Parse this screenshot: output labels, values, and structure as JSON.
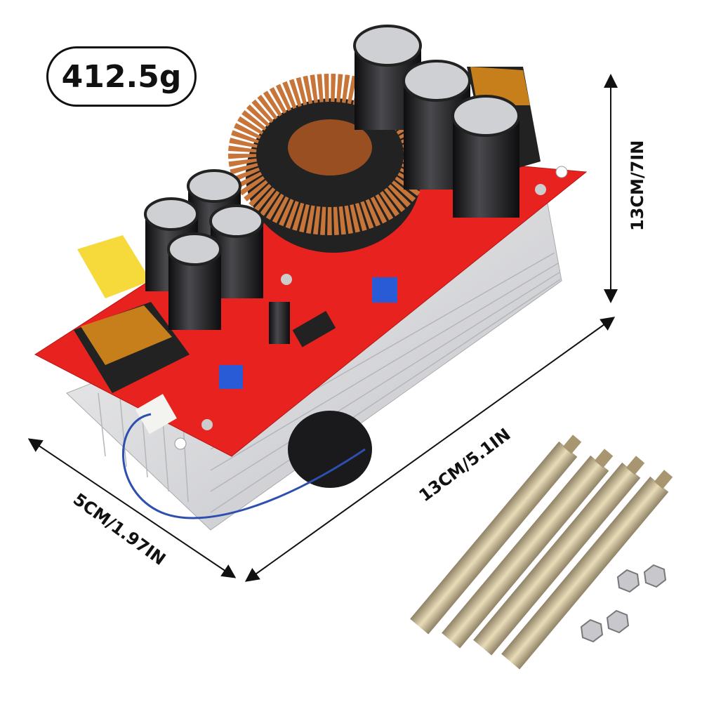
{
  "weight_badge": "412.5g",
  "dimensions": {
    "height": "13CM/7IN",
    "length": "13CM/5.1IN",
    "width": "5CM/1.97IN"
  },
  "colors": {
    "pcb": "#e8231f",
    "heatsink": "#d9d9dc",
    "copper": "#c8753a",
    "capacitor": "#1d1d1f",
    "standoff": "#c9b98a",
    "text": "#111111"
  }
}
